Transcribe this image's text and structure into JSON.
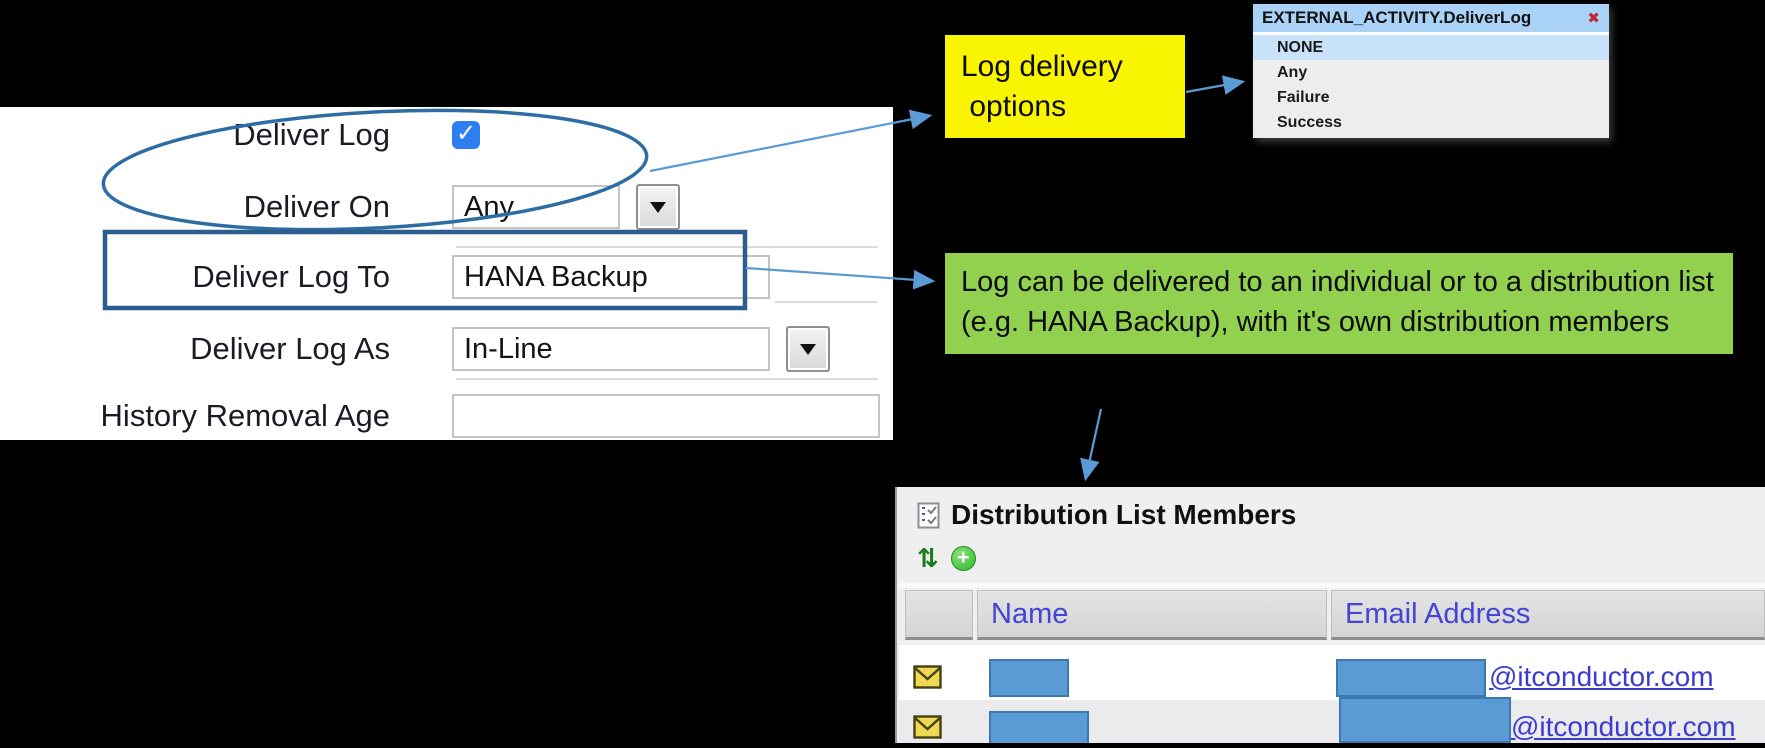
{
  "window": {
    "background": "#000000"
  },
  "form": {
    "rows": [
      {
        "label": "Deliver Log",
        "type": "checkbox",
        "checked": true
      },
      {
        "label": "Deliver On",
        "type": "dropdown",
        "value": "Any"
      },
      {
        "label": "Deliver Log To",
        "type": "text",
        "value": "HANA Backup"
      },
      {
        "label": "Deliver Log As",
        "type": "dropdown",
        "value": "In-Line"
      },
      {
        "label": "History Removal Age",
        "type": "text",
        "value": ""
      }
    ]
  },
  "annotations": {
    "yellow_note": {
      "text": "Log delivery\n options",
      "bg": "#f9f500"
    },
    "green_note": {
      "text": "Log can be delivered to an individual or to a distribution list (e.g. HANA Backup), with it's own distribution members",
      "bg": "#92d050"
    },
    "arrow_color": "#5b9bd5",
    "ellipse_color": "#2e6da4",
    "rectangle_color": "#2c5d8f"
  },
  "popup": {
    "title": "EXTERNAL_ACTIVITY.DeliverLog",
    "close_icon": "✖",
    "options": [
      {
        "label": "NONE",
        "selected": true
      },
      {
        "label": "Any",
        "selected": false
      },
      {
        "label": "Failure",
        "selected": false
      },
      {
        "label": "Success",
        "selected": false
      }
    ]
  },
  "members_panel": {
    "title": "Distribution List Members",
    "toolbar": {
      "refresh_icon": "⇅",
      "add_icon": "+"
    },
    "columns": [
      {
        "label": ""
      },
      {
        "label": "Name"
      },
      {
        "label": "Email Address"
      }
    ],
    "rows": [
      {
        "name_redacted": true,
        "email_redacted": true,
        "email_domain": "@itconductor.com"
      },
      {
        "name_redacted": true,
        "email_redacted": true,
        "email_domain": "@itconductor.com"
      }
    ]
  },
  "colors": {
    "checkbox_blue": "#2d7ff0",
    "redaction_blue": "#5b9bd5",
    "link_blue": "#3b3bd2",
    "popup_header_blue": "#a9d2f6",
    "popup_selected_blue": "#c7e2f9",
    "header_text_blue": "#4343d6",
    "panel_gray": "#efeff0"
  }
}
